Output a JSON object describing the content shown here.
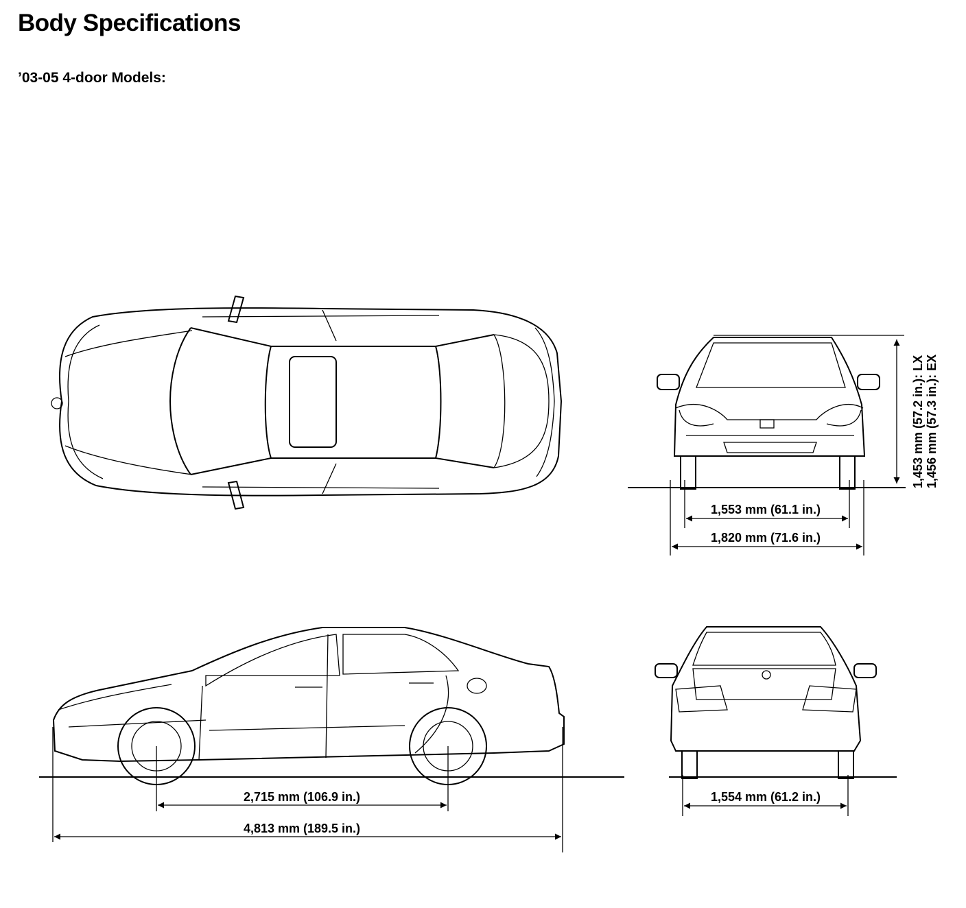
{
  "title": "Body Specifications",
  "subtitle": "’03-05 4-door Models:",
  "dimensions": {
    "height_lx": "1,453 mm (57.2 in.): LX",
    "height_ex": "1,456 mm (57.3 in.): EX",
    "front_tread": "1,553 mm (61.1 in.)",
    "overall_width": "1,820 mm (71.6 in.)",
    "wheelbase": "2,715 mm (106.9 in.)",
    "overall_length": "4,813 mm (189.5 in.)",
    "rear_tread": "1,554 mm (61.2 in.)"
  }
}
